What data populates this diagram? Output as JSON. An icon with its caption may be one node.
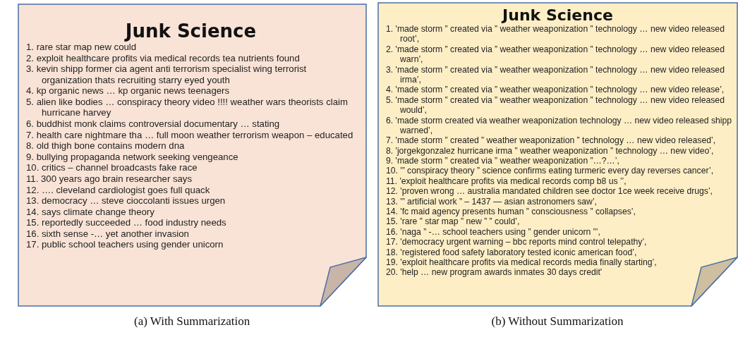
{
  "diagram": {
    "nodes": [
      {
        "text": [
          "Junk Science",
          "1. rare star map new could",
          "2. exploit healthcare profits via medical records tea nutrients found",
          "3. kevin shipp former cia agent anti terrorism specialist wing terrorist organization thats recruiting starry eyed youth",
          "4. kp organic news … kp organic news teenagers",
          "5. alien like bodies … conspiracy theory video !!!! weather wars theorists claim hurricane harvey",
          "6. buddhist monk claims controversial documentary … stating",
          "7. health care nightmare tha … full moon weather terrorism weapon – educated",
          "8. old thigh bone contains modern dna",
          "9. bullying propaganda network seeking vengeance",
          "10. critics – channel broadcasts fake race",
          "11. 300 years ago brain researcher says",
          "12. …. cleveland cardiologist goes full quack",
          "13. democracy … steve cioccolanti issues urgen",
          "14. says climate change theory",
          "15. reportedly succeeded … food industry needs",
          "16. sixth sense -… yet another invasion",
          "17. public school teachers using gender unicorn"
        ],
        "beside": [
          "(a) With Summarization"
        ]
      },
      {
        "text": [
          "Junk Science",
          "1. 'made storm ” created via ” weather weaponization ” technology … new video released root’,",
          "2. 'made storm ” created via ” weather weaponization ” technology … new video released warn’,",
          "3. 'made storm ” created via ” weather weaponization ” technology … new video released irma’,",
          "4. 'made storm ” created via ” weather weaponization ” technology … new video release’,",
          "5. 'made storm ” created via ” weather weaponization ” technology … new video released would’,",
          "6. 'made storm created via weather weaponization technology … new video released shipp warned’,",
          "7. 'made storm ” created ” weather weaponization ” technology … new video released’,",
          "8. 'jorgekgonzalez hurricane irma ” weather weaponization ” technology … new video’,",
          "9. 'made storm ” created via ” weather weaponization ”…?…’,",
          "10. '” conspiracy theory ” science confirms eating turmeric every day reverses cancer’,",
          "11. 'exploit healthcare profits via medical records comp b8 us ’’,",
          "12. 'proven wrong … australia mandated children see doctor 1ce week receive drugs’,",
          "13. '” artificial work ” – 1437 — asian astronomers saw’,",
          "14. 'fc maid agency presents human ” consciousness ” collapses’,",
          "15. 'rare ” star map ” new ” ” could’,",
          "16. 'naga ” -… school teachers using ” gender unicorn ”’,",
          "17. 'democracy urgent warning – bbc reports mind control telepathy’,",
          "18. 'registered food safety laboratory tested iconic american food’,",
          "19. 'exploit healthcare profits via medical records media finally starting’,",
          "20. 'help … new program awards inmates 30 days credit'"
        ],
        "beside": [
          "(b) Without Summarization"
        ]
      }
    ]
  }
}
